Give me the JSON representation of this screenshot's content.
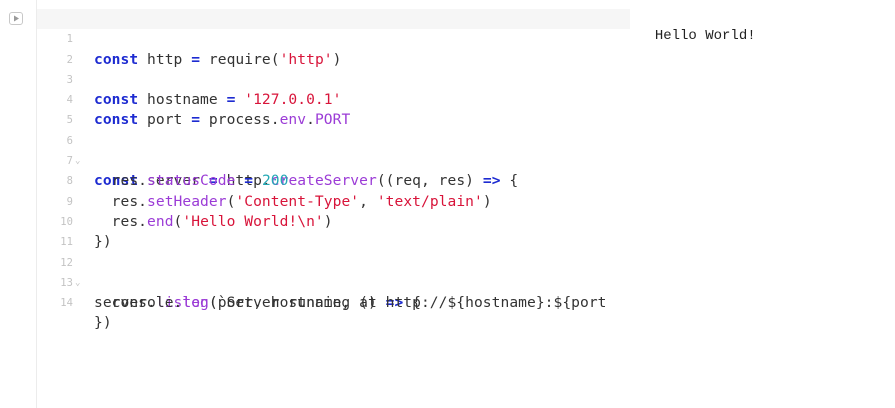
{
  "toolbar": {
    "run_icon": "play-icon"
  },
  "editor": {
    "lines": [
      {
        "num": "1",
        "fold": ""
      },
      {
        "num": "2",
        "fold": ""
      },
      {
        "num": "3",
        "fold": ""
      },
      {
        "num": "4",
        "fold": ""
      },
      {
        "num": "5",
        "fold": ""
      },
      {
        "num": "6",
        "fold": "⌄"
      },
      {
        "num": "7",
        "fold": ""
      },
      {
        "num": "8",
        "fold": ""
      },
      {
        "num": "9",
        "fold": ""
      },
      {
        "num": "10",
        "fold": ""
      },
      {
        "num": "11",
        "fold": ""
      },
      {
        "num": "12",
        "fold": "⌄"
      },
      {
        "num": "13",
        "fold": ""
      },
      {
        "num": "14",
        "fold": ""
      }
    ],
    "code": {
      "l1": {
        "kw": "const",
        "a": " http ",
        "op": "=",
        "b": " require(",
        "str": "'http'",
        "c": ")"
      },
      "l3": {
        "kw": "const",
        "a": " hostname ",
        "op": "=",
        "str": " '127.0.0.1'"
      },
      "l4": {
        "kw": "const",
        "a": " port ",
        "op": "=",
        "b": " process.",
        "p1": "env",
        "c": ".",
        "p2": "PORT"
      },
      "l6": {
        "kw": "const",
        "a": " server ",
        "op": "=",
        "b": " http.",
        "p1": "createServer",
        "c": "((req, res) ",
        "arrow": "=>",
        "d": " {"
      },
      "l7": {
        "a": "  res.",
        "p1": "statusCode",
        "b": " ",
        "op": "=",
        "c": " ",
        "num": "200"
      },
      "l8": {
        "a": "  res.",
        "p1": "setHeader",
        "b": "(",
        "s1": "'Content-Type'",
        "c": ", ",
        "s2": "'text/plain'",
        "d": ")"
      },
      "l9": {
        "a": "  res.",
        "p1": "end",
        "b": "(",
        "s1": "'Hello World!\\n'",
        "c": ")"
      },
      "l10": {
        "a": "})"
      },
      "l12": {
        "a": "server.",
        "p1": "listen",
        "b": "(port, hostname, () ",
        "arrow": "=>",
        "c": " {"
      },
      "l13": {
        "a": "  console.",
        "p1": "log",
        "b": "(`Server running at http://${hostname}:${port"
      },
      "l14": {
        "a": "})"
      }
    }
  },
  "output": {
    "text": "Hello World!"
  }
}
